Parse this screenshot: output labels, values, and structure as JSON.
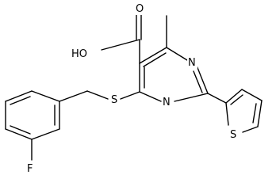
{
  "diagram": {
    "labels": {
      "hydroxyl": "HO",
      "carbonyl_oxygen": "O",
      "ring_nitrogen_top": "N",
      "ring_nitrogen_bottom": "N",
      "thioether_sulfur": "S",
      "thiophene_sulfur": "S",
      "fluorine": "F"
    },
    "colors": {
      "bond": "#000000",
      "background": "#ffffff"
    }
  }
}
